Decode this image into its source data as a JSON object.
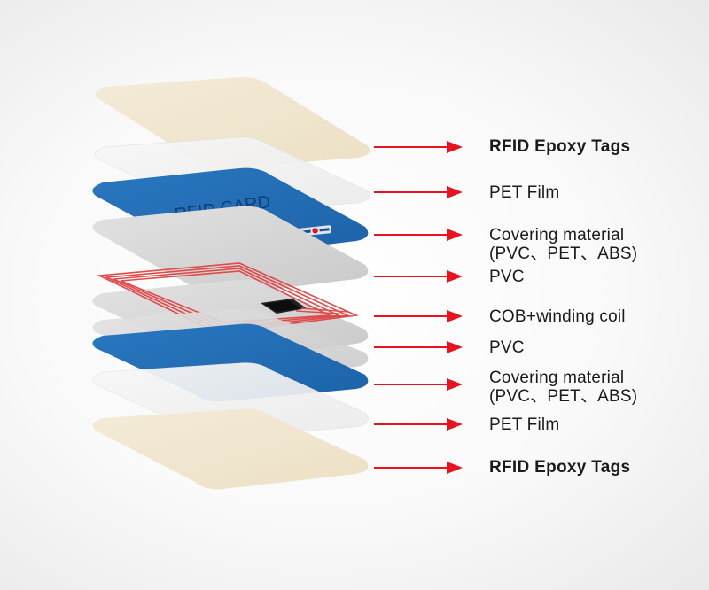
{
  "layers": [
    {
      "label": "RFID Epoxy Tags",
      "line2": "",
      "bold": true,
      "color": "#f1e6cf"
    },
    {
      "label": "PET  Film",
      "line2": "",
      "bold": false,
      "color": "#f3f3f3"
    },
    {
      "label": "Covering material",
      "line2": "(PVC、PET、ABS)",
      "bold": false,
      "color": "#1f6db6",
      "card_text": "RFID CARD"
    },
    {
      "label": "PVC",
      "line2": "",
      "bold": false,
      "color": "#d3d3d3"
    },
    {
      "label": "COB+winding  coil",
      "line2": "",
      "bold": false,
      "color": "#d0d0d0"
    },
    {
      "label": "PVC",
      "line2": "",
      "bold": false,
      "color": "#d7d7d7"
    },
    {
      "label": "Covering material",
      "line2": "(PVC、PET、ABS)",
      "bold": false,
      "color": "#1f6db6"
    },
    {
      "label": "PET  Film",
      "line2": "",
      "bold": false,
      "color": "#f3f3f3"
    },
    {
      "label": "RFID Epoxy Tags",
      "line2": "",
      "bold": true,
      "color": "#f1e6cf"
    }
  ],
  "colors": {
    "arrow": "#e8131e",
    "coil": "#e04a4a",
    "chip": "#222222",
    "brand_blue": "#1f6db6"
  }
}
